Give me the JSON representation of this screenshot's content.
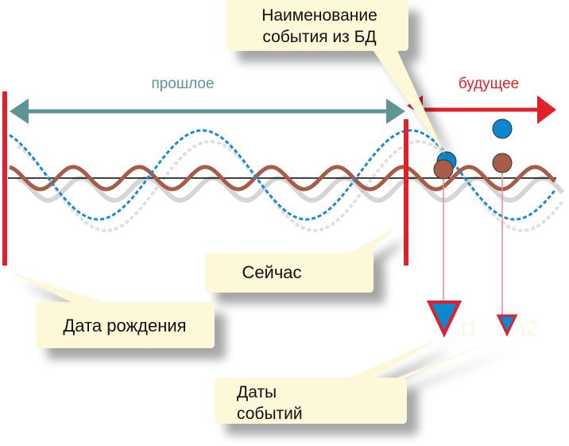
{
  "labels": {
    "past": "прошлое",
    "future": "будущее",
    "event_name_line1": "Наименование",
    "event_name_line2": "события из БД",
    "now": "Сейчас",
    "birth_date": "Дата рождения",
    "event_dates_line1": "Даты",
    "event_dates_line2": "событий",
    "t1": "t1",
    "t2": "t2"
  },
  "colors": {
    "past": "#5e9494",
    "future": "#e0202a",
    "callout": "#fdf8d8",
    "brown_wave": "#a85c48",
    "blue_wave": "#1a8ad0",
    "marker_blue": "#0a88d0"
  }
}
